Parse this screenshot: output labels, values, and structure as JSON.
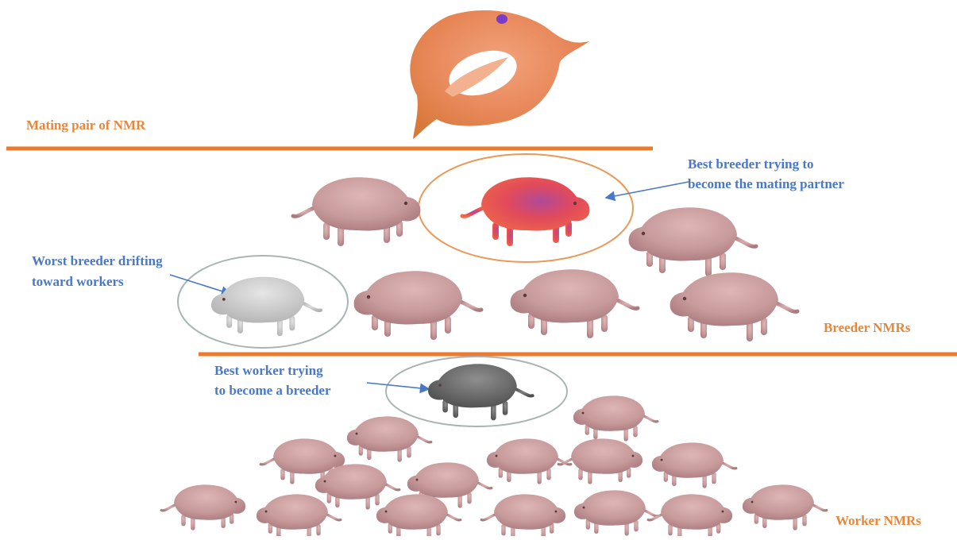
{
  "colors": {
    "tier_label": "#e8863a",
    "annotation": "#4a78c4",
    "divider": "#ec7a2c",
    "breeder_ring": "#e89a58",
    "other_ring": "#a9b5b3",
    "nmr_pink": "#c89a9c",
    "nmr_highlight": "#e44a5a",
    "nmr_grey_light": "#c9c9c9",
    "nmr_grey_dark": "#6a6a6a"
  },
  "labels": {
    "mating_pair": "Mating pair of NMR",
    "breeders": "Breeder NMRs",
    "workers": "Worker NMRs"
  },
  "annotations": {
    "best_breeder": [
      "Best breeder trying to",
      "become the mating partner"
    ],
    "worst_breeder": [
      "Worst breeder drifting",
      "toward workers"
    ],
    "best_worker": [
      "Best worker trying",
      "to become a breeder"
    ]
  }
}
